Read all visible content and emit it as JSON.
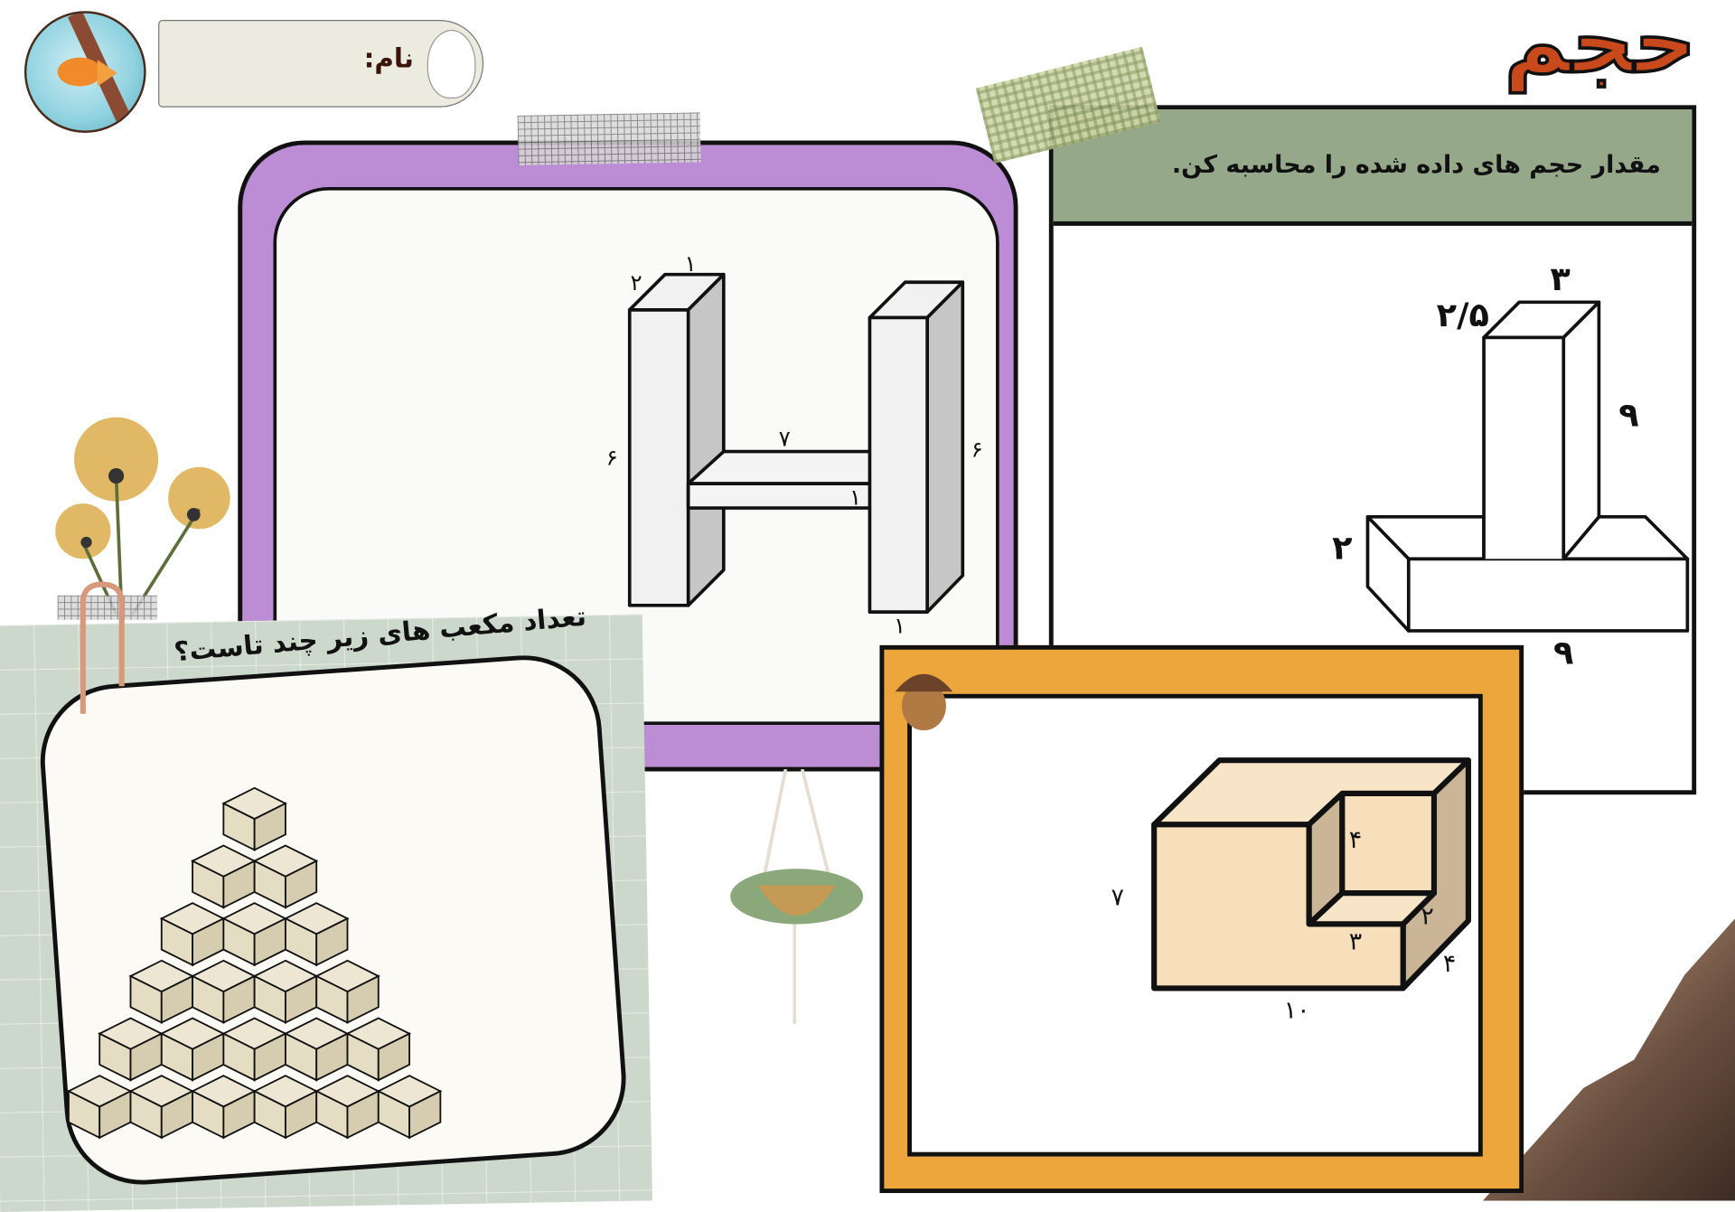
{
  "header": {
    "name_label": "نام:",
    "title": "حجم"
  },
  "colors": {
    "task_header": "#96a88a",
    "purple_frame": "#bc8cd4",
    "orange_frame": "#eca63c",
    "green_card": "#ccd8cb",
    "block_fill": "#f7dfbb",
    "block_shade": "#cbb597"
  },
  "task": {
    "instruction": "مقدار حجم های داده شده را محاسبه کن."
  },
  "t_shape": {
    "labels": {
      "top_width": "۳",
      "top_depth": "۲/۵",
      "stem_height": "۹",
      "base_height": "۲",
      "base_length": "۹"
    }
  },
  "h_shape": {
    "labels": {
      "left_width": "۱",
      "left_depth": "۲",
      "left_height": "۶",
      "bar_length": "۷",
      "bar_height": "۱",
      "right_height": "۶",
      "right_width": "۱"
    }
  },
  "l_block": {
    "labels": {
      "height": "۷",
      "length": "۱۰",
      "depth": "۴",
      "notch_height": "۴",
      "notch_width": "۳",
      "notch_depth": "۲"
    }
  },
  "cubes": {
    "question": "تعداد مکعب های زیر چند تاست؟",
    "rows": 6
  }
}
